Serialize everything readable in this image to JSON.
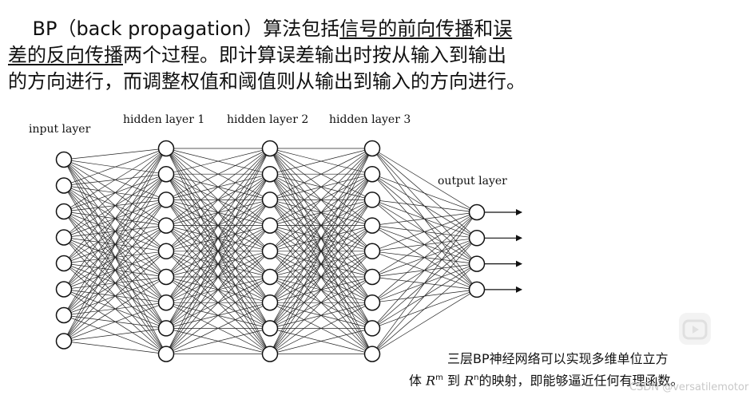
{
  "paragraph": {
    "line1_pre": "    BP（back propagation）算法包括",
    "line1_u1": "信号的前向传播",
    "line1_mid": "和",
    "line1_u2": "误",
    "line2_u": "差的反向传播",
    "line2_post": "两个过程。即计算误差输出时按从输入到输出",
    "line3": "的方向进行，而调整权值和阈值则从输出到输入的方向进行。"
  },
  "diagram": {
    "layers": [
      {
        "label": "input layer",
        "nodes": 8
      },
      {
        "label": "hidden layer 1",
        "nodes": 9
      },
      {
        "label": "hidden layer 2",
        "nodes": 9
      },
      {
        "label": "hidden layer 3",
        "nodes": 9
      },
      {
        "label": "output layer",
        "nodes": 4
      }
    ],
    "output_arrows": true
  },
  "caption": {
    "line1": "三层BP神经网络可以实现多维单位立方",
    "line2_a": "体",
    "R": "R",
    "m": "m",
    "line2_b": "到",
    "n": "n",
    "line2_c": "的映射，即能够逼近任何有理函数。"
  },
  "watermark": {
    "text": "CSDN @versatilemotor"
  }
}
